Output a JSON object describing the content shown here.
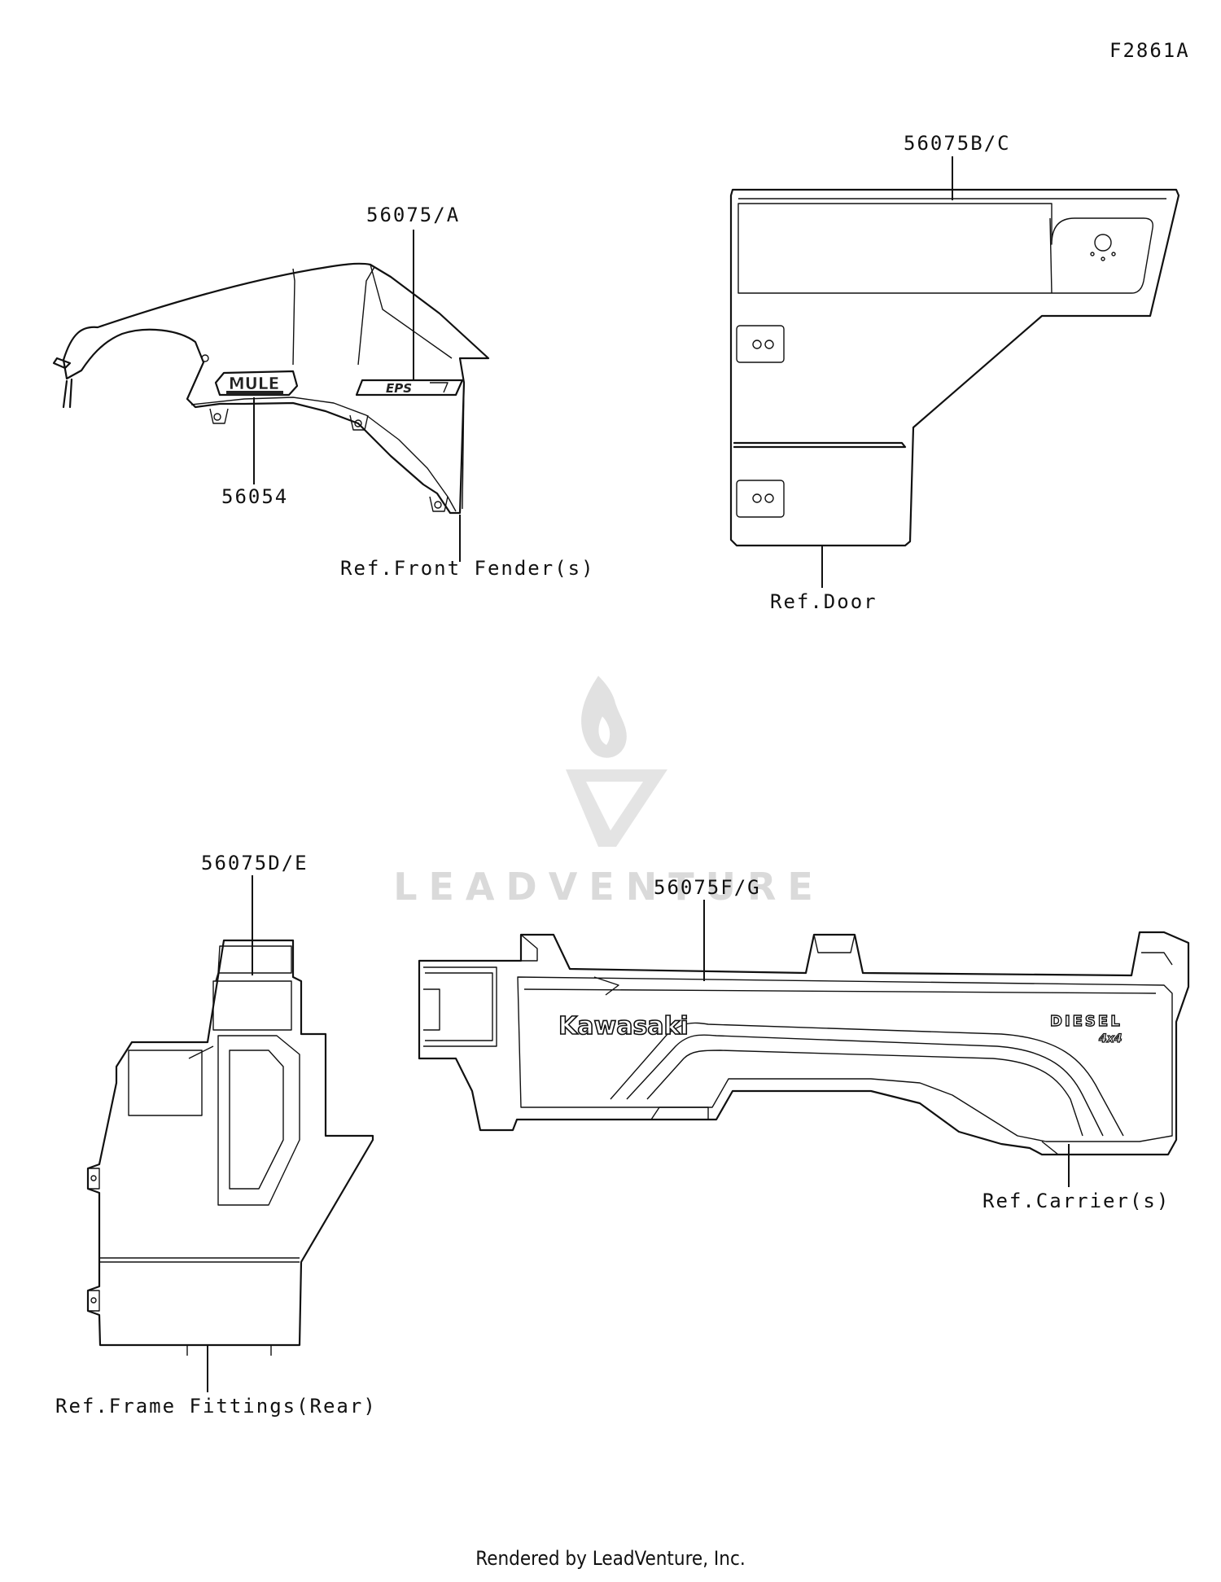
{
  "diagram_code": "F2861A",
  "watermark": "LEADVENTURE",
  "footer": "Rendered by LeadVenture, Inc.",
  "callouts": {
    "front_fender_label": "56075/A",
    "front_fender_mule_label": "56054",
    "front_fender_ref": "Ref.Front Fender(s)",
    "door_label": "56075B/C",
    "door_ref": "Ref.Door",
    "rear_frame_label": "56075D/E",
    "rear_frame_ref": "Ref.Frame Fittings(Rear)",
    "carrier_label": "56075F/G",
    "carrier_ref": "Ref.Carrier(s)"
  },
  "decal_text": {
    "mule": "MULE",
    "eps": "EPS",
    "kawasaki": "Kawasaki",
    "diesel": "DIESEL",
    "four_by_four": "4x4"
  }
}
